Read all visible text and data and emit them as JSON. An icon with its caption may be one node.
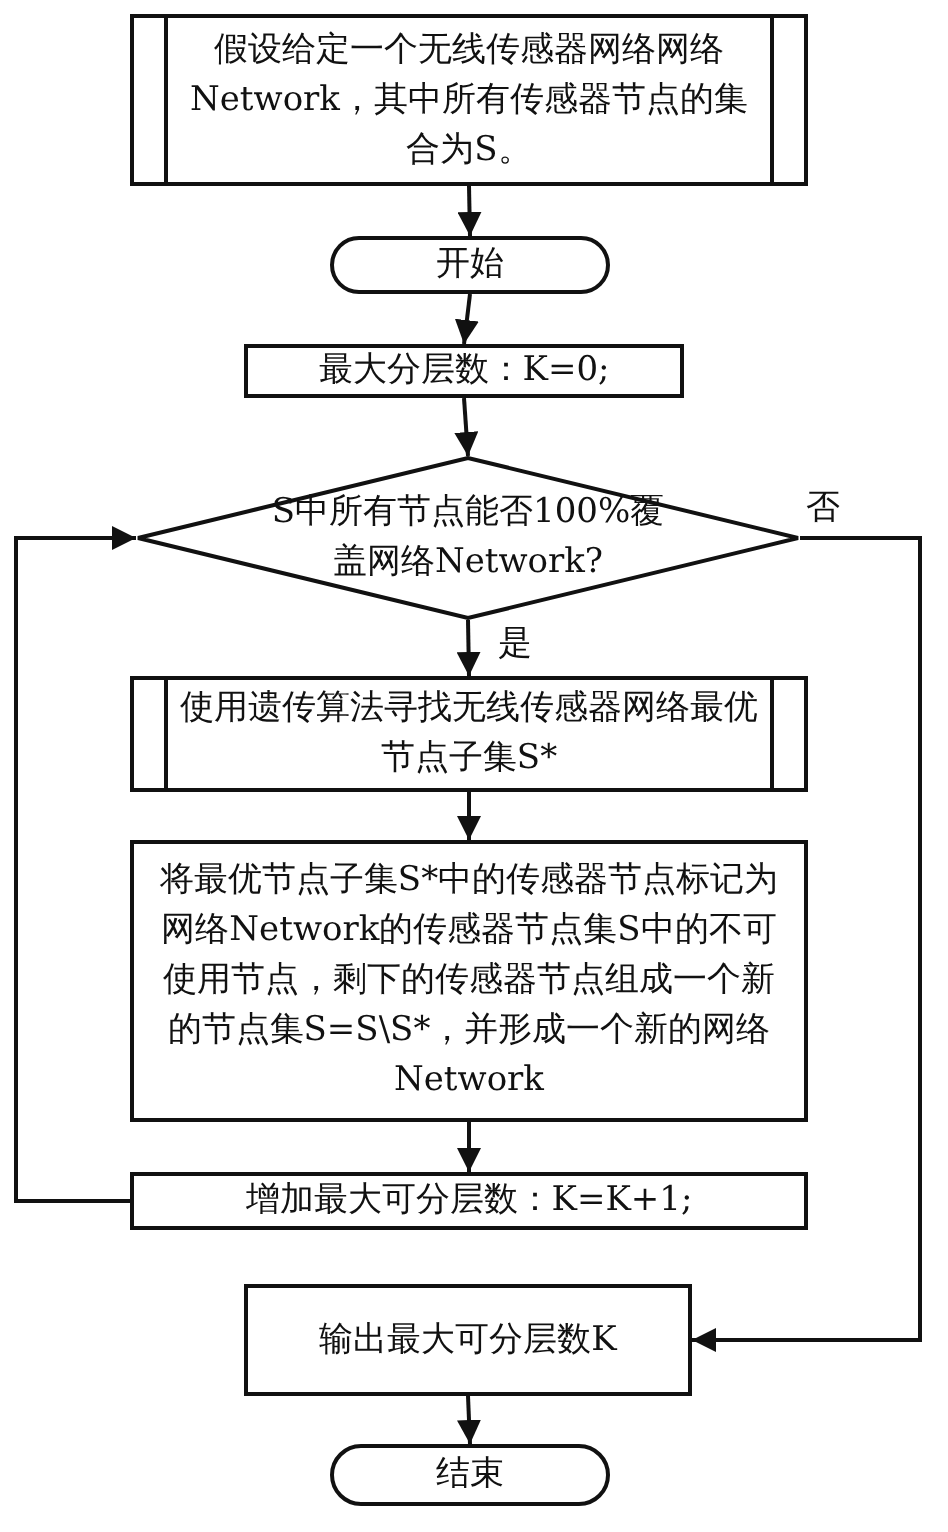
{
  "diagram": {
    "nodes": [
      {
        "text": [
          "假设给定一个无线传感器网络网络Network，其中所有传感器节点的集合为S。"
        ]
      },
      {
        "text": [
          "开始"
        ]
      },
      {
        "text": [
          "最大分层数：K=0;"
        ]
      },
      {
        "text": [
          "S中所有节点能否100%覆盖网络Network?"
        ]
      },
      {
        "text": [
          "使用遗传算法寻找无线传感器网络最优节点子集S*"
        ]
      },
      {
        "text": [
          "将最优节点子集S*中的传感器节点标记为网络Network的传感器节点集S中的不可使用节点，剩下的传感器节点组成一个新的节点集S=S\\S*，并形成一个新的网络Network"
        ]
      },
      {
        "text": [
          "增加最大可分层数：K=K+1;"
        ]
      },
      {
        "text": [
          "输出最大可分层数K"
        ]
      },
      {
        "text": [
          "结束"
        ]
      }
    ],
    "edges": [
      {
        "from": 0,
        "to": 1,
        "arrow": "to"
      },
      {
        "from": 1,
        "to": 2,
        "arrow": "to"
      },
      {
        "from": 2,
        "to": 3,
        "arrow": "to"
      },
      {
        "from": 3,
        "to": 4,
        "arrow": "to",
        "label": "是"
      },
      {
        "from": 4,
        "to": 5,
        "arrow": "to"
      },
      {
        "from": 5,
        "to": 6,
        "arrow": "to"
      },
      {
        "from": 6,
        "to": 3,
        "arrow": "to"
      },
      {
        "from": 3,
        "to": 7,
        "arrow": "to",
        "label": "否"
      },
      {
        "from": 7,
        "to": 8,
        "arrow": "to"
      }
    ]
  }
}
